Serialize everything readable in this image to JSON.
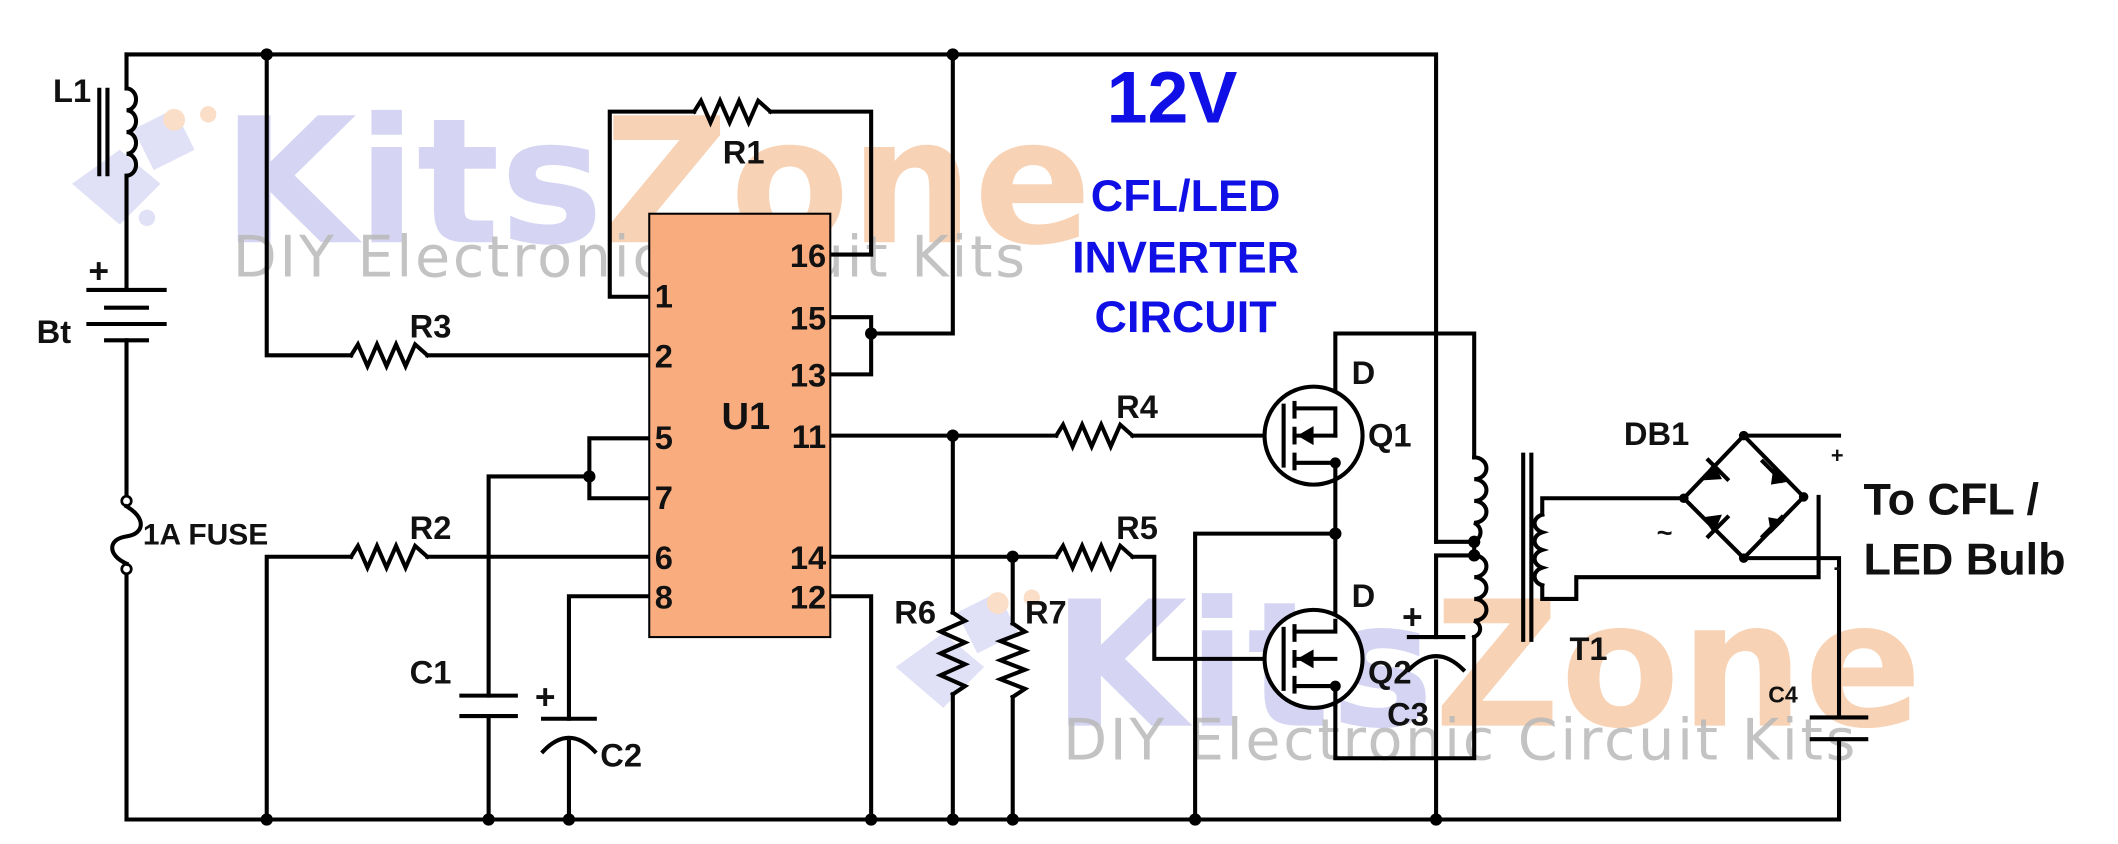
{
  "title": {
    "voltage": "12V",
    "lines": [
      "CFL/LED",
      "INVERTER",
      "CIRCUIT"
    ]
  },
  "watermark": {
    "brand_a": "Kits",
    "brand_b": "Zone",
    "tagline": "DIY Electronic Circuit Kits"
  },
  "colors": {
    "title": "#1010e6",
    "ic_fill": "#f9ad7e",
    "watermark_blue": "#c7c7f0",
    "watermark_orange": "#f6c49c"
  },
  "components": {
    "L1": "L1",
    "Bt": "Bt",
    "plus": "+",
    "fuse": "1A FUSE",
    "R1": "R1",
    "R2": "R2",
    "R3": "R3",
    "R4": "R4",
    "R5": "R5",
    "R6": "R6",
    "R7": "R7",
    "C1": "C1",
    "C2": "C2",
    "C3": "C3",
    "C4": "C4",
    "U1": "U1",
    "Q1": "Q1",
    "Q2": "Q2",
    "D1": "D",
    "D2": "D",
    "T1": "T1",
    "DB1": "DB1",
    "ac": "~",
    "out_plus": "+",
    "out_minus": "-"
  },
  "ic_pins": {
    "p1": "1",
    "p2": "2",
    "p5": "5",
    "p6": "6",
    "p7": "7",
    "p8": "8",
    "p11": "11",
    "p12": "12",
    "p13": "13",
    "p14": "14",
    "p15": "15",
    "p16": "16"
  },
  "output_label": [
    "To CFL /",
    "LED Bulb"
  ]
}
